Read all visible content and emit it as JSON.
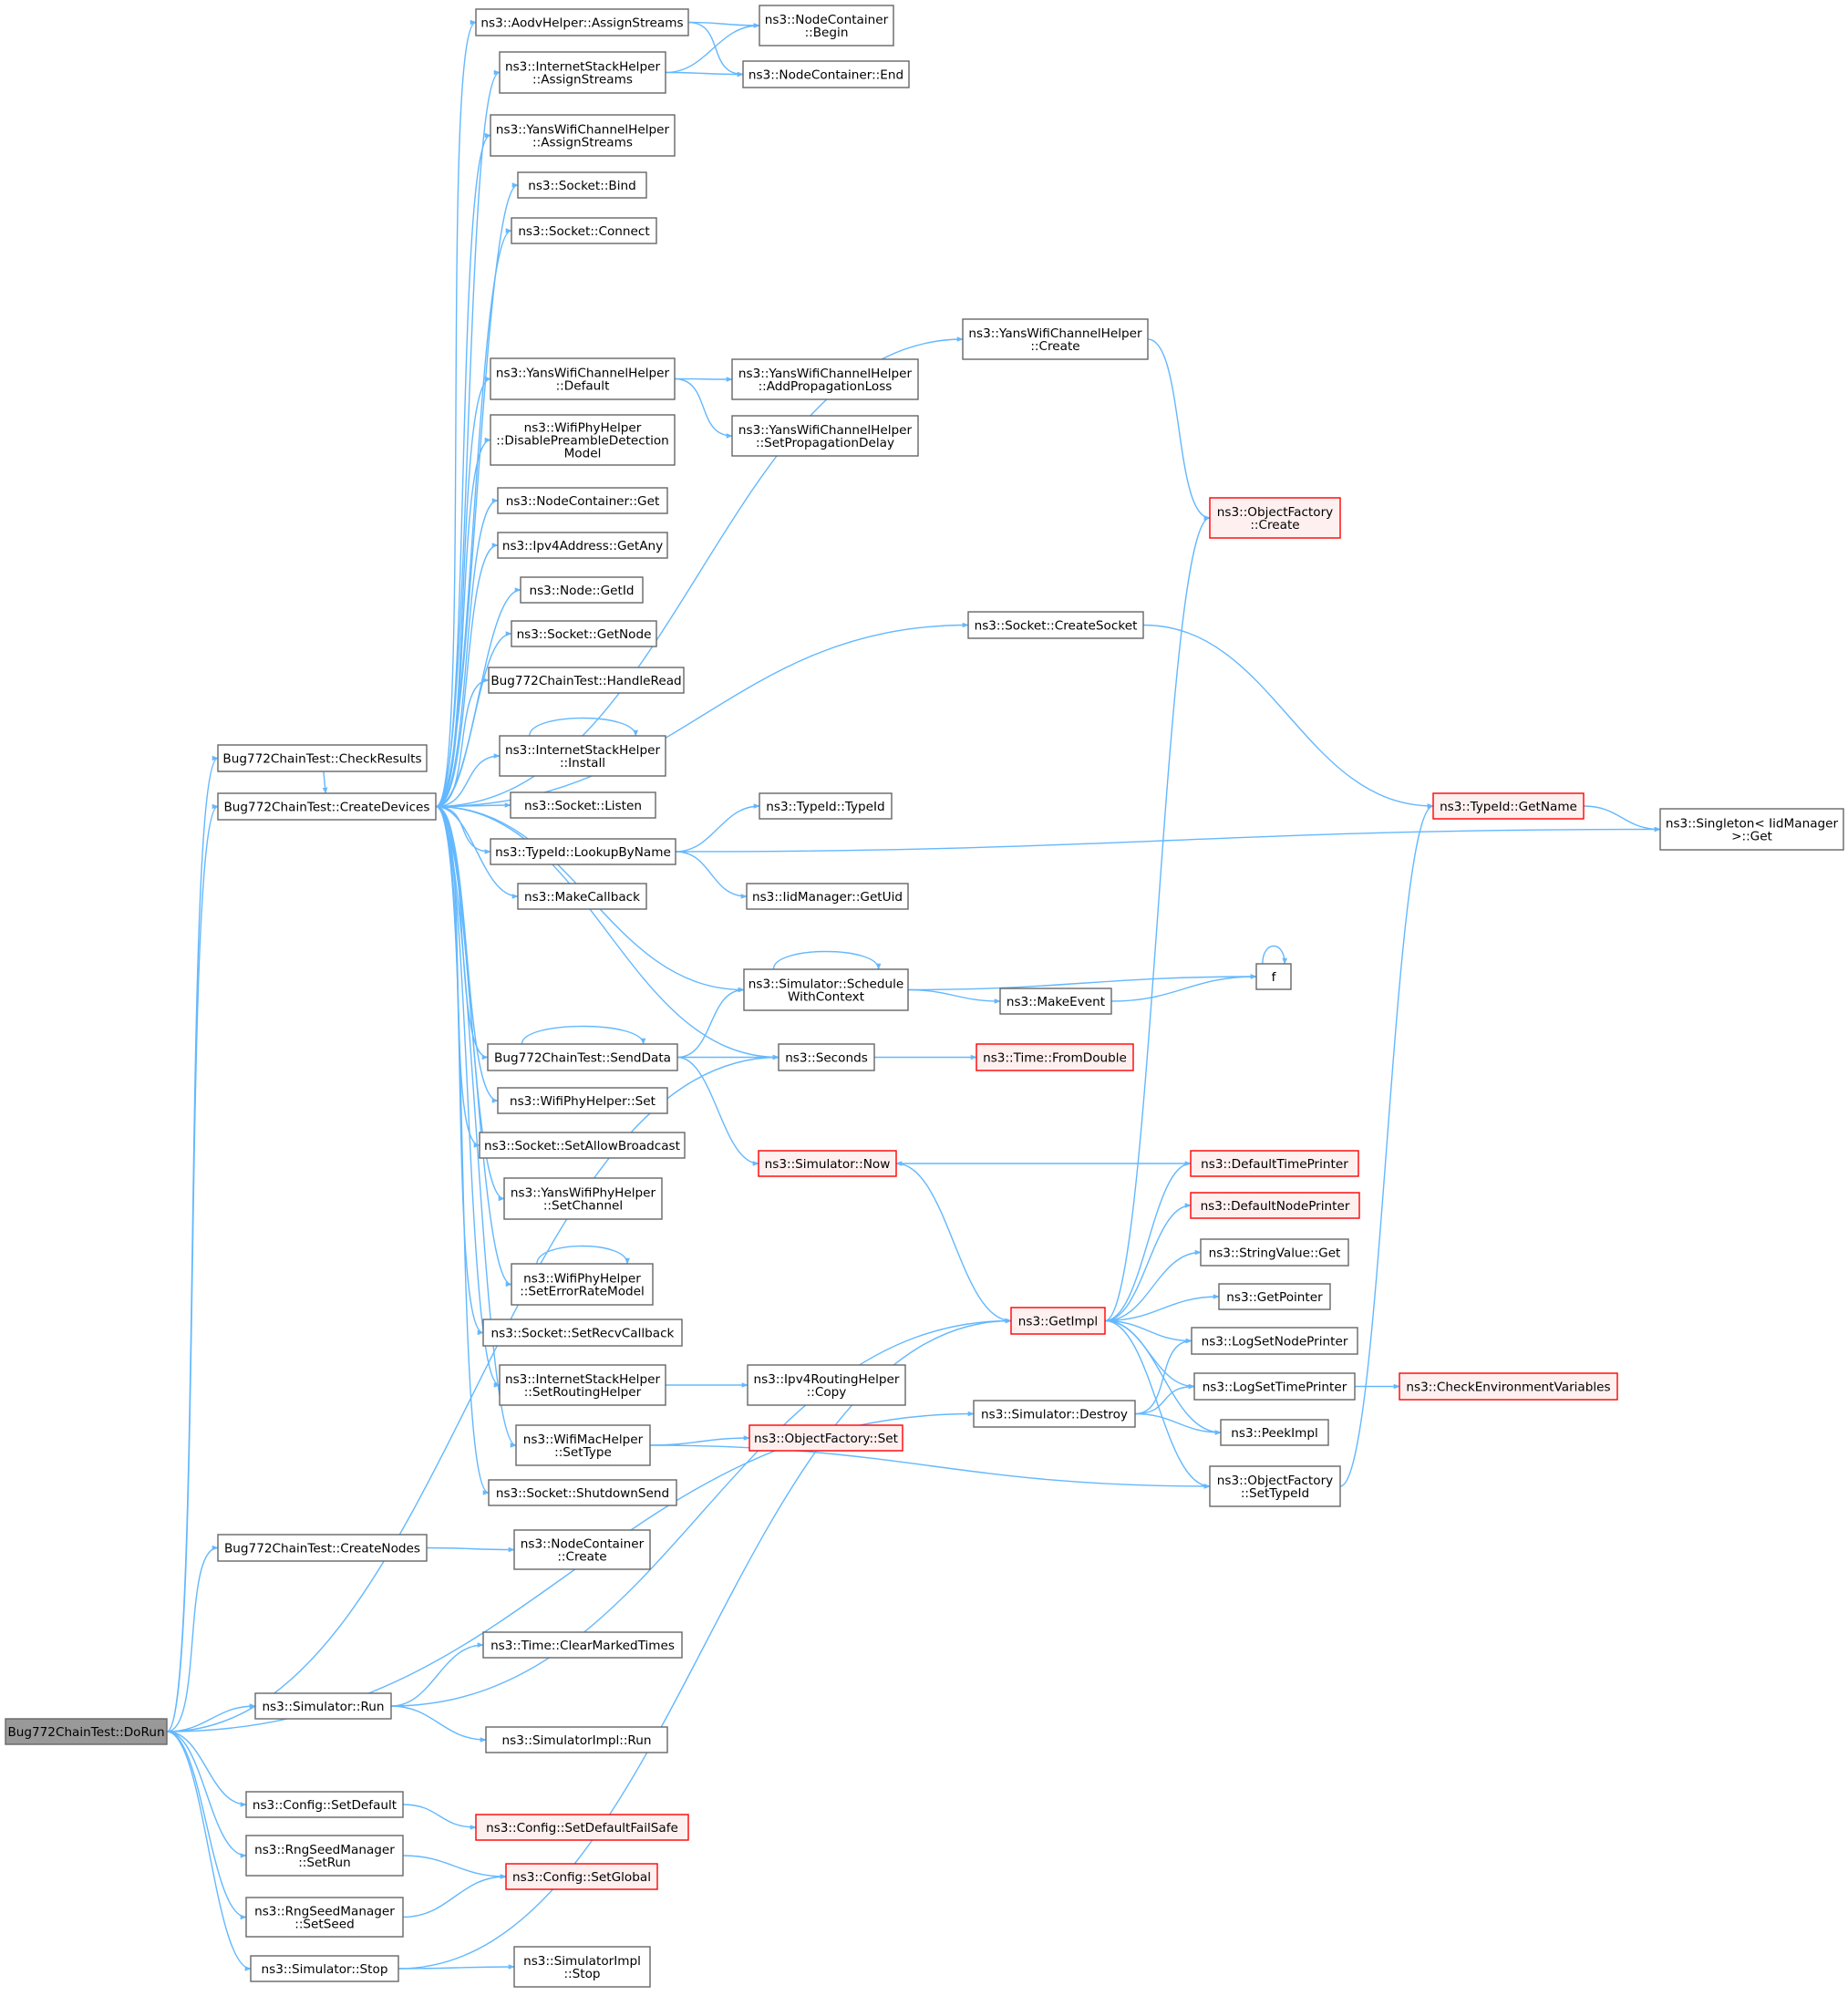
{
  "colors": {
    "edge": "#63b8ff",
    "node_border": "#666666",
    "node_fill": "#ffffff",
    "root_fill": "#999999",
    "root_border": "#666666",
    "truncated_border": "#ff0000",
    "truncated_fill": "#fff0f0"
  },
  "nodes": [
    {
      "id": "dorun",
      "lines": [
        "Bug772ChainTest::DoRun"
      ],
      "style": "root"
    },
    {
      "id": "checkresults",
      "lines": [
        "Bug772ChainTest::CheckResults"
      ]
    },
    {
      "id": "createdevices",
      "lines": [
        "Bug772ChainTest::CreateDevices"
      ]
    },
    {
      "id": "createnodes",
      "lines": [
        "Bug772ChainTest::CreateNodes"
      ]
    },
    {
      "id": "simrun",
      "lines": [
        "ns3::Simulator::Run"
      ]
    },
    {
      "id": "cfgsetdefault",
      "lines": [
        "ns3::Config::SetDefault"
      ]
    },
    {
      "id": "rngsetrun",
      "lines": [
        "ns3::RngSeedManager",
        "::SetRun"
      ]
    },
    {
      "id": "rngsetseed",
      "lines": [
        "ns3::RngSeedManager",
        "::SetSeed"
      ]
    },
    {
      "id": "simstop",
      "lines": [
        "ns3::Simulator::Stop"
      ]
    },
    {
      "id": "aodvassign",
      "lines": [
        "ns3::AodvHelper::AssignStreams"
      ]
    },
    {
      "id": "inetassign",
      "lines": [
        "ns3::InternetStackHelper",
        "::AssignStreams"
      ]
    },
    {
      "id": "yanschassign",
      "lines": [
        "ns3::YansWifiChannelHelper",
        "::AssignStreams"
      ]
    },
    {
      "id": "sockbind",
      "lines": [
        "ns3::Socket::Bind"
      ]
    },
    {
      "id": "sockconnect",
      "lines": [
        "ns3::Socket::Connect"
      ]
    },
    {
      "id": "yanschdefault",
      "lines": [
        "ns3::YansWifiChannelHelper",
        "::Default"
      ]
    },
    {
      "id": "disablepreamble",
      "lines": [
        "ns3::WifiPhyHelper",
        "::DisablePreambleDetection",
        "Model"
      ]
    },
    {
      "id": "ncget",
      "lines": [
        "ns3::NodeContainer::Get"
      ]
    },
    {
      "id": "ipv4getany",
      "lines": [
        "ns3::Ipv4Address::GetAny"
      ]
    },
    {
      "id": "nodegetid",
      "lines": [
        "ns3::Node::GetId"
      ]
    },
    {
      "id": "sockgetnode",
      "lines": [
        "ns3::Socket::GetNode"
      ]
    },
    {
      "id": "handleread",
      "lines": [
        "Bug772ChainTest::HandleRead"
      ]
    },
    {
      "id": "inetinstall",
      "lines": [
        "ns3::InternetStackHelper",
        "::Install"
      ]
    },
    {
      "id": "socklisten",
      "lines": [
        "ns3::Socket::Listen"
      ]
    },
    {
      "id": "lookupbyname",
      "lines": [
        "ns3::TypeId::LookupByName"
      ]
    },
    {
      "id": "makecallback",
      "lines": [
        "ns3::MakeCallback"
      ]
    },
    {
      "id": "senddata",
      "lines": [
        "Bug772ChainTest::SendData"
      ]
    },
    {
      "id": "wifiphyset",
      "lines": [
        "ns3::WifiPhyHelper::Set"
      ]
    },
    {
      "id": "setallowbcast",
      "lines": [
        "ns3::Socket::SetAllowBroadcast"
      ]
    },
    {
      "id": "yansphysetch",
      "lines": [
        "ns3::YansWifiPhyHelper",
        "::SetChannel"
      ]
    },
    {
      "id": "seterrrate",
      "lines": [
        "ns3::WifiPhyHelper",
        "::SetErrorRateModel"
      ]
    },
    {
      "id": "setrecvcb",
      "lines": [
        "ns3::Socket::SetRecvCallback"
      ]
    },
    {
      "id": "setroutinghelper",
      "lines": [
        "ns3::InternetStackHelper",
        "::SetRoutingHelper"
      ]
    },
    {
      "id": "wifimacsettype",
      "lines": [
        "ns3::WifiMacHelper",
        "::SetType"
      ]
    },
    {
      "id": "shutdownsend",
      "lines": [
        "ns3::Socket::ShutdownSend"
      ]
    },
    {
      "id": "nccreate",
      "lines": [
        "ns3::NodeContainer",
        "::Create"
      ]
    },
    {
      "id": "clearmarked",
      "lines": [
        "ns3::Time::ClearMarkedTimes"
      ]
    },
    {
      "id": "simimplrun",
      "lines": [
        "ns3::SimulatorImpl::Run"
      ]
    },
    {
      "id": "simimplstop",
      "lines": [
        "ns3::SimulatorImpl",
        "::Stop"
      ]
    },
    {
      "id": "ncbegin",
      "lines": [
        "ns3::NodeContainer",
        "::Begin"
      ]
    },
    {
      "id": "ncend",
      "lines": [
        "ns3::NodeContainer::End"
      ]
    },
    {
      "id": "addproploss",
      "lines": [
        "ns3::YansWifiChannelHelper",
        "::AddPropagationLoss"
      ]
    },
    {
      "id": "setpropdelay",
      "lines": [
        "ns3::YansWifiChannelHelper",
        "::SetPropagationDelay"
      ]
    },
    {
      "id": "typeidctor",
      "lines": [
        "ns3::TypeId::TypeId"
      ]
    },
    {
      "id": "iidgetuid",
      "lines": [
        "ns3::IidManager::GetUid"
      ]
    },
    {
      "id": "schedwithctx",
      "lines": [
        "ns3::Simulator::Schedule",
        "WithContext"
      ]
    },
    {
      "id": "seconds",
      "lines": [
        "ns3::Seconds"
      ]
    },
    {
      "id": "simnow",
      "lines": [
        "ns3::Simulator::Now"
      ],
      "style": "truncated"
    },
    {
      "id": "ipv4routingcopy",
      "lines": [
        "ns3::Ipv4RoutingHelper",
        "::Copy"
      ]
    },
    {
      "id": "ofset",
      "lines": [
        "ns3::ObjectFactory::Set"
      ],
      "style": "truncated"
    },
    {
      "id": "simdestroy",
      "lines": [
        "ns3::Simulator::Destroy"
      ]
    },
    {
      "id": "cfgfailsafe",
      "lines": [
        "ns3::Config::SetDefaultFailSafe"
      ],
      "style": "truncated"
    },
    {
      "id": "cfgsetglobal",
      "lines": [
        "ns3::Config::SetGlobal"
      ],
      "style": "truncated"
    },
    {
      "id": "yanschcreate",
      "lines": [
        "ns3::YansWifiChannelHelper",
        "::Create"
      ]
    },
    {
      "id": "createsocket",
      "lines": [
        "ns3::Socket::CreateSocket"
      ]
    },
    {
      "id": "makeevent",
      "lines": [
        "ns3::MakeEvent"
      ]
    },
    {
      "id": "fromdouble",
      "lines": [
        "ns3::Time::FromDouble"
      ],
      "style": "truncated"
    },
    {
      "id": "getimpl",
      "lines": [
        "ns3::GetImpl"
      ],
      "style": "truncated"
    },
    {
      "id": "ofcreate",
      "lines": [
        "ns3::ObjectFactory",
        "::Create"
      ],
      "style": "truncated"
    },
    {
      "id": "fnode",
      "lines": [
        "f"
      ]
    },
    {
      "id": "deftimeprinter",
      "lines": [
        "ns3::DefaultTimePrinter"
      ],
      "style": "truncated"
    },
    {
      "id": "defnodeprinter",
      "lines": [
        "ns3::DefaultNodePrinter"
      ],
      "style": "truncated"
    },
    {
      "id": "strvalget",
      "lines": [
        "ns3::StringValue::Get"
      ]
    },
    {
      "id": "getpointer",
      "lines": [
        "ns3::GetPointer"
      ]
    },
    {
      "id": "logsetnodeprinter",
      "lines": [
        "ns3::LogSetNodePrinter"
      ]
    },
    {
      "id": "logsettimeprinter",
      "lines": [
        "ns3::LogSetTimePrinter"
      ]
    },
    {
      "id": "peekimpl",
      "lines": [
        "ns3::PeekImpl"
      ]
    },
    {
      "id": "ofsettypeid",
      "lines": [
        "ns3::ObjectFactory",
        "::SetTypeId"
      ]
    },
    {
      "id": "typeidgetname",
      "lines": [
        "ns3::TypeId::GetName"
      ],
      "style": "truncated"
    },
    {
      "id": "checkenv",
      "lines": [
        "ns3::CheckEnvironmentVariables"
      ],
      "style": "truncated"
    },
    {
      "id": "singletonget",
      "lines": [
        "ns3::Singleton< IidManager",
        ">::Get"
      ]
    }
  ],
  "edges": [
    [
      "dorun",
      "checkresults"
    ],
    [
      "dorun",
      "createdevices"
    ],
    [
      "dorun",
      "createnodes"
    ],
    [
      "dorun",
      "simdestroy"
    ],
    [
      "dorun",
      "simrun"
    ],
    [
      "dorun",
      "seconds"
    ],
    [
      "dorun",
      "cfgsetdefault"
    ],
    [
      "dorun",
      "rngsetrun"
    ],
    [
      "dorun",
      "rngsetseed"
    ],
    [
      "dorun",
      "simstop"
    ],
    [
      "checkresults",
      "createdevices"
    ],
    [
      "createdevices",
      "aodvassign"
    ],
    [
      "createdevices",
      "inetassign"
    ],
    [
      "createdevices",
      "yanschassign"
    ],
    [
      "createdevices",
      "sockbind"
    ],
    [
      "createdevices",
      "sockconnect"
    ],
    [
      "createdevices",
      "yanschcreate"
    ],
    [
      "createdevices",
      "createsocket"
    ],
    [
      "createdevices",
      "yanschdefault"
    ],
    [
      "createdevices",
      "disablepreamble"
    ],
    [
      "createdevices",
      "ncget"
    ],
    [
      "createdevices",
      "ipv4getany"
    ],
    [
      "createdevices",
      "nodegetid"
    ],
    [
      "createdevices",
      "sockgetnode"
    ],
    [
      "createdevices",
      "handleread"
    ],
    [
      "createdevices",
      "inetinstall"
    ],
    [
      "createdevices",
      "socklisten"
    ],
    [
      "createdevices",
      "lookupbyname"
    ],
    [
      "createdevices",
      "makecallback"
    ],
    [
      "createdevices",
      "schedwithctx"
    ],
    [
      "createdevices",
      "seconds"
    ],
    [
      "createdevices",
      "senddata"
    ],
    [
      "createdevices",
      "wifiphyset"
    ],
    [
      "createdevices",
      "setallowbcast"
    ],
    [
      "createdevices",
      "yansphysetch"
    ],
    [
      "createdevices",
      "seterrrate"
    ],
    [
      "createdevices",
      "setrecvcb"
    ],
    [
      "createdevices",
      "setroutinghelper"
    ],
    [
      "createdevices",
      "wifimacsettype"
    ],
    [
      "createdevices",
      "shutdownsend"
    ],
    [
      "aodvassign",
      "ncbegin"
    ],
    [
      "aodvassign",
      "ncend"
    ],
    [
      "inetassign",
      "ncbegin"
    ],
    [
      "inetassign",
      "ncend"
    ],
    [
      "yanschdefault",
      "addproploss"
    ],
    [
      "yanschdefault",
      "setpropdelay"
    ],
    [
      "inetinstall",
      "inetinstall"
    ],
    [
      "lookupbyname",
      "typeidctor"
    ],
    [
      "lookupbyname",
      "iidgetuid"
    ],
    [
      "lookupbyname",
      "singletonget"
    ],
    [
      "senddata",
      "senddata"
    ],
    [
      "senddata",
      "schedwithctx"
    ],
    [
      "senddata",
      "seconds"
    ],
    [
      "senddata",
      "simnow"
    ],
    [
      "seterrrate",
      "seterrrate"
    ],
    [
      "setroutinghelper",
      "ipv4routingcopy"
    ],
    [
      "wifimacsettype",
      "ofset"
    ],
    [
      "wifimacsettype",
      "ofsettypeid"
    ],
    [
      "createnodes",
      "nccreate"
    ],
    [
      "simrun",
      "clearmarked"
    ],
    [
      "simrun",
      "getimpl"
    ],
    [
      "simrun",
      "simimplrun"
    ],
    [
      "cfgsetdefault",
      "cfgfailsafe"
    ],
    [
      "rngsetrun",
      "cfgsetglobal"
    ],
    [
      "rngsetseed",
      "cfgsetglobal"
    ],
    [
      "simstop",
      "getimpl"
    ],
    [
      "simstop",
      "simimplstop"
    ],
    [
      "yanschcreate",
      "ofcreate"
    ],
    [
      "createsocket",
      "typeidgetname"
    ],
    [
      "schedwithctx",
      "schedwithctx"
    ],
    [
      "schedwithctx",
      "fnode"
    ],
    [
      "schedwithctx",
      "makeevent"
    ],
    [
      "makeevent",
      "fnode"
    ],
    [
      "fnode",
      "fnode"
    ],
    [
      "seconds",
      "fromdouble"
    ],
    [
      "simnow",
      "getimpl"
    ],
    [
      "deftimeprinter",
      "simnow"
    ],
    [
      "getimpl",
      "ofcreate"
    ],
    [
      "getimpl",
      "deftimeprinter"
    ],
    [
      "getimpl",
      "defnodeprinter"
    ],
    [
      "getimpl",
      "strvalget"
    ],
    [
      "getimpl",
      "getpointer"
    ],
    [
      "getimpl",
      "logsetnodeprinter"
    ],
    [
      "getimpl",
      "logsettimeprinter"
    ],
    [
      "getimpl",
      "peekimpl"
    ],
    [
      "getimpl",
      "ofsettypeid"
    ],
    [
      "simdestroy",
      "logsetnodeprinter"
    ],
    [
      "simdestroy",
      "logsettimeprinter"
    ],
    [
      "simdestroy",
      "peekimpl"
    ],
    [
      "logsettimeprinter",
      "checkenv"
    ],
    [
      "ofsettypeid",
      "typeidgetname"
    ],
    [
      "typeidgetname",
      "singletonget"
    ]
  ]
}
